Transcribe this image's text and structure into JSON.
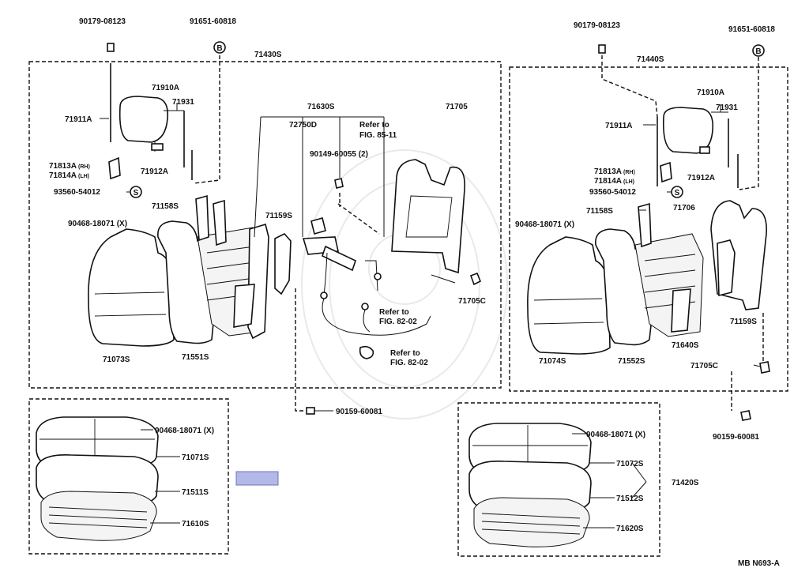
{
  "diagram_id": "MB N693-A",
  "highlight_color": "#b4b8e8",
  "labels": {
    "l_90179_a": "90179-08123",
    "l_91651_a": "91651-60818",
    "l_71430s": "71430S",
    "l_71910a_a": "71910A",
    "l_71931_a": "71931",
    "l_71911a_a": "71911A",
    "l_71813a_a": "71813A",
    "l_71813a_a_sfx": "(RH)",
    "l_71814a_a": "71814A",
    "l_71814a_a_sfx": "(LH)",
    "l_71912a_a": "71912A",
    "l_93560_a": "93560-54012",
    "l_71158s_a": "71158S",
    "l_90468_a": "90468-18071 (X)",
    "l_71630s": "71630S",
    "l_72750d": "72750D",
    "l_refer_85": "Refer to",
    "l_fig_85": "FIG. 85-11",
    "l_90149": "90149-60055 (2)",
    "l_71705": "71705",
    "l_71159s_a": "71159S",
    "l_71705c_a": "71705C",
    "l_refer_82a": "Refer to",
    "l_fig_82a": "FIG. 82-02",
    "l_refer_82b": "Refer to",
    "l_fig_82b": "FIG. 82-02",
    "l_71073s": "71073S",
    "l_71551s": "71551S",
    "l_90159_a": "90159-60081",
    "l_90468_b": "90468-18071 (X)",
    "l_71071s": "71071S",
    "l_71511s": "71511S",
    "l_71610s": "71610S",
    "l_90179_b": "90179-08123",
    "l_91651_b": "91651-60818",
    "l_71440s": "71440S",
    "l_71910a_b": "71910A",
    "l_71931_b": "71931",
    "l_71911a_b": "71911A",
    "l_71813a_b": "71813A",
    "l_71813a_b_sfx": "(RH)",
    "l_71814a_b": "71814A",
    "l_71814a_b_sfx": "(LH)",
    "l_71912a_b": "71912A",
    "l_93560_b": "93560-54012",
    "l_71158s_b": "71158S",
    "l_71706": "71706",
    "l_90468_c": "90468-18071 (X)",
    "l_71159s_b": "71159S",
    "l_71640s": "71640S",
    "l_71074s": "71074S",
    "l_71552s": "71552S",
    "l_71705c_b": "71705C",
    "l_90159_b": "90159-60081",
    "l_90468_d": "90468-18071 (X)",
    "l_71072s": "71072S",
    "l_71420s": "71420S",
    "l_71512s": "71512S",
    "l_71620s": "71620S",
    "l_b_mark_a": "B",
    "l_b_mark_b": "B",
    "l_s_mark_a": "S",
    "l_s_mark_b": "S"
  }
}
